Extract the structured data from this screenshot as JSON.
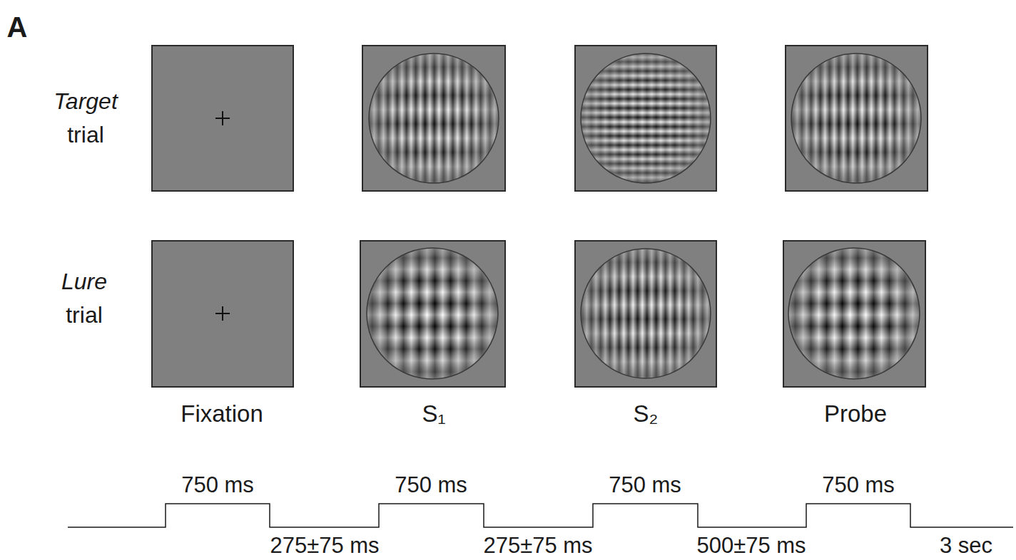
{
  "diagram": {
    "labels": [
      "A",
      "Target",
      "trial",
      "Lure",
      "trial",
      "Fixation",
      "S₁",
      "S₂",
      "Probe",
      "750 ms",
      "750 ms",
      "750 ms",
      "750 ms",
      "275±75 ms",
      "275±75 ms",
      "500±75 ms",
      "3 sec"
    ]
  }
}
